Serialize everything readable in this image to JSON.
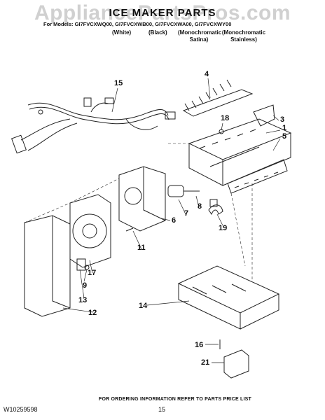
{
  "watermark": "AppliancePartsPros.com",
  "header": {
    "title": "ICE MAKER PARTS",
    "models_line": "For Models: GI7FVCXWQ00, GI7FVCXWB00, GI7FVCXWA00, GI7FVCXWY00",
    "variants": [
      "(White)",
      "(Black)",
      "(Monochromatic Satina)",
      "(Monochromatic Stainless)"
    ]
  },
  "callouts": [
    "15",
    "4",
    "18",
    "3",
    "1",
    "5",
    "7",
    "8",
    "6",
    "11",
    "19",
    "17",
    "9",
    "13",
    "12",
    "14",
    "16",
    "21"
  ],
  "footer": {
    "note": "FOR ORDERING INFORMATION REFER TO PARTS PRICE LIST",
    "doc_number": "W10259598",
    "page_number": "15"
  }
}
